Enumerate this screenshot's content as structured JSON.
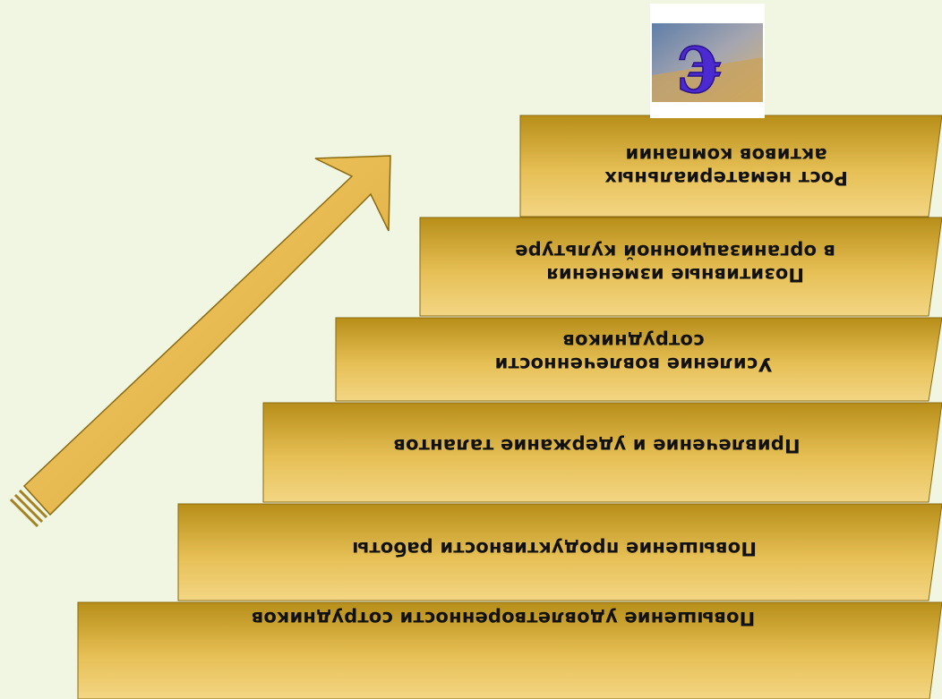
{
  "steps": [
    {
      "lines": [
        "Повышение удовлетворенности сотрудников"
      ]
    },
    {
      "lines": [
        "Повышение продуктивности работы"
      ]
    },
    {
      "lines": [
        "Привлечение и удержание талантов"
      ]
    },
    {
      "lines": [
        "Усиление вовлеченности",
        "сотрудников"
      ]
    },
    {
      "lines": [
        "Позитивные изменения",
        "в организационной культуре"
      ]
    },
    {
      "lines": [
        "Рост нематериальных",
        "активов компании"
      ]
    }
  ],
  "icon": {
    "name": "euro-icon",
    "glyph": "€"
  },
  "colors": {
    "background": "#f0f6e2",
    "step_light": "#f2d27a",
    "step_dark": "#b78e18",
    "arrow": "#e8b84c"
  }
}
